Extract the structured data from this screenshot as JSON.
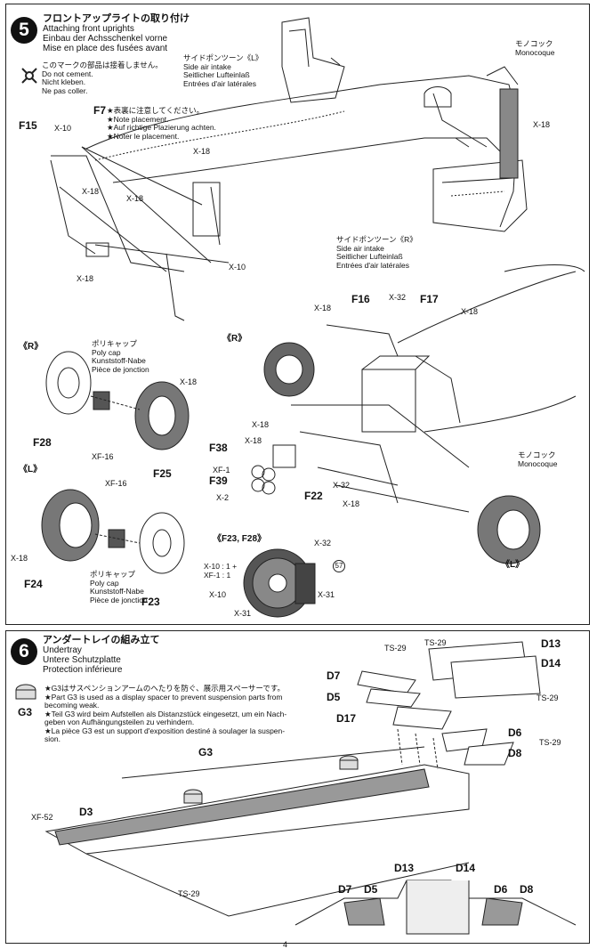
{
  "step5": {
    "number": "5",
    "title_jp": "フロントアップライトの取り付け",
    "title_en": "Attaching front uprights",
    "title_de": "Einbau der Achsschenkel vorne",
    "title_fr": "Mise en place des fusées avant",
    "no_cement": [
      "このマークの部品は接着しません。",
      "Do not cement.",
      "Nicht kleben.",
      "Ne pas coller."
    ],
    "f7_note": [
      "★表裏に注意してください。",
      "★Note placement.",
      "★Auf richtige Plazierung achten.",
      "★Noter le placement."
    ],
    "side_intake_left": [
      "サイドポンツーン《L》",
      "Side air intake",
      "Seitlicher Lufteinlaß",
      "Entrées d'air latérales"
    ],
    "side_intake_right": [
      "サイドポンツーン《R》",
      "Side air intake",
      "Seitlicher Lufteinlaß",
      "Entrées d'air latérales"
    ],
    "monocoque_top": [
      "モノコック",
      "Monocoque"
    ],
    "monocoque_right": [
      "モノコック",
      "Monocoque"
    ],
    "polycap_r": [
      "ポリキャップ",
      "Poly cap",
      "Kunststoff-Nabe",
      "Pièce de jonction"
    ],
    "polycap_l": [
      "ポリキャップ",
      "Poly cap",
      "Kunststoff-Nabe",
      "Pièce de jonction"
    ],
    "side_r": "《R》",
    "side_l": "《L》",
    "side_r2": "《R》",
    "side_l2": "《L》",
    "sub_title": "《F23, F28》",
    "sub_ratio": [
      "X-10 : 1 +",
      "XF-1 : 1"
    ],
    "sub_num": "57",
    "labels": {
      "F15": "F15",
      "F7": "F7",
      "F16": "F16",
      "F17": "F17",
      "F28": "F28",
      "F25": "F25",
      "F24": "F24",
      "F23": "F23",
      "F38": "F38",
      "F39": "F39",
      "F22": "F22",
      "x10a": "X-10",
      "x18a": "X-18",
      "x18b": "X-18",
      "x18c": "X-18",
      "x10b": "X-10",
      "x18d": "X-18",
      "x18mono": "X-18",
      "x18e": "X-18",
      "x32a": "X-32",
      "x18f": "X-18",
      "x18g": "X-18",
      "x18h": "X-18",
      "x18i": "X-18",
      "xf16a": "XF-16",
      "xf16b": "XF-16",
      "x18j": "X-18",
      "xf1": "XF-1",
      "x2": "X-2",
      "x32b": "X-32",
      "x18k": "X-18",
      "x32c": "X-32",
      "x10c": "X-10",
      "x31a": "X-31",
      "x31b": "X-31"
    }
  },
  "step6": {
    "number": "6",
    "title_jp": "アンダートレイの組み立て",
    "title_en": "Undertray",
    "title_de": "Untere Schutzplatte",
    "title_fr": "Protection inférieure",
    "g3_label": "G3",
    "g3_note": [
      "★G3はサスペンションアームのへたりを防ぐ、展示用スペーサーです。",
      "★Part G3 is used as a display spacer to prevent suspension parts from",
      "becoming weak.",
      "★Teil G3 wird beim Aufstellen als Distanzstück eingesetzt, um ein Nach-",
      "geben von Aufhängungsteilen zu verhindern.",
      "★La pièce G3 est un support d'exposition destiné à soulager la suspen-",
      "sion."
    ],
    "labels": {
      "ts29a": "TS-29",
      "ts29b": "TS-29",
      "D13": "D13",
      "D14": "D14",
      "D7": "D7",
      "D5": "D5",
      "ts29c": "TS-29",
      "D17": "D17",
      "D6": "D6",
      "ts29d": "TS-29",
      "D8": "D8",
      "G3": "G3",
      "xf52": "XF-52",
      "D3": "D3",
      "ts29e": "TS-29",
      "bD13": "D13",
      "bD14": "D14",
      "bD7": "D7",
      "bD5": "D5",
      "bD6": "D6",
      "bD8": "D8"
    }
  },
  "page_number": "4"
}
